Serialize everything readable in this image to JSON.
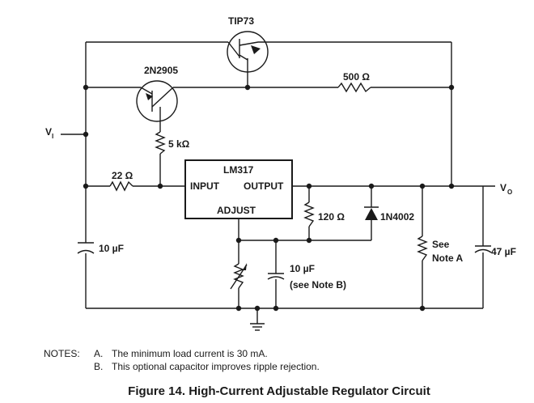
{
  "components": {
    "q_tip73": "TIP73",
    "q_2n2905": "2N2905",
    "r_500": "500 Ω",
    "r_5k": "5 kΩ",
    "r_22": "22 Ω",
    "r_120": "120 Ω",
    "d_1n4002": "1N4002",
    "c_in": "10 µF",
    "c_adj": "10 µF",
    "c_adj_note": "(see Note B)",
    "c_out": "47 µF",
    "r_load_see": "See",
    "r_load_note": "Note A"
  },
  "ic": {
    "name": "LM317",
    "input": "INPUT",
    "output": "OUTPUT",
    "adjust": "ADJUST"
  },
  "terminals": {
    "vi_main": "V",
    "vi_sub": "I",
    "vo_main": "V",
    "vo_sub": "O"
  },
  "notes": {
    "heading": "NOTES:",
    "a_letter": "A.",
    "a_text": "The minimum load current is 30 mA.",
    "b_letter": "B.",
    "b_text": "This optional capacitor improves ripple rejection."
  },
  "caption": "Figure 14. High-Current Adjustable Regulator Circuit"
}
